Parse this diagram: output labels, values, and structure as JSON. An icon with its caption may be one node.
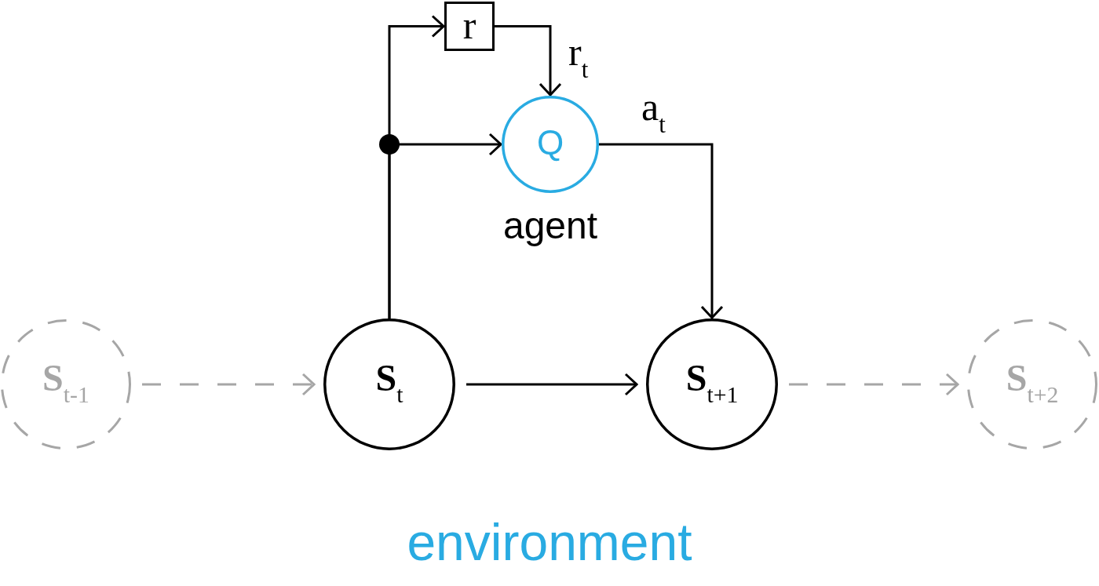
{
  "diagram": {
    "nodes": [
      {
        "text": [
          "r"
        ]
      },
      {
        "text": [
          "Q"
        ],
        "beside": [
          "agent"
        ]
      },
      {
        "text": [
          "**S**$_{t-1}$"
        ]
      },
      {
        "text": [
          "**S**$_{t}$"
        ]
      },
      {
        "text": [
          "**S**$_{t+1}$"
        ]
      },
      {
        "text": [
          "**S**$_{t+2}$"
        ]
      }
    ],
    "edges": [
      {
        "from": 3,
        "to": 0,
        "arrow": "to"
      },
      {
        "from": 3,
        "to": 1,
        "arrow": "to"
      },
      {
        "from": 0,
        "to": 1,
        "arrow": "to",
        "label": "r$_{t}$"
      },
      {
        "from": 1,
        "to": 4,
        "arrow": "to",
        "label": "a$_{t}$"
      },
      {
        "from": 2,
        "to": 3,
        "arrow": "to",
        "style": "dashed",
        "color": "#a6a6a6"
      },
      {
        "from": 3,
        "to": 4,
        "arrow": "to"
      },
      {
        "from": 4,
        "to": 5,
        "arrow": "to",
        "style": "dashed",
        "color": "#a6a6a6"
      }
    ],
    "labels": [
      "environment"
    ]
  }
}
